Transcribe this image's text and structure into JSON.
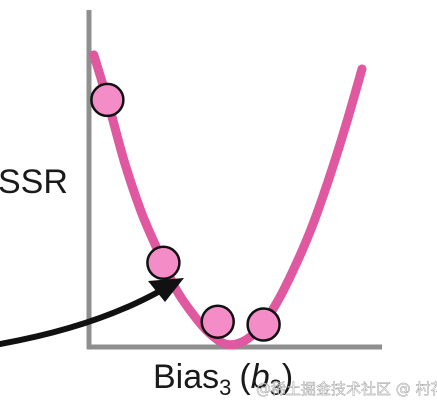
{
  "chart_data": {
    "type": "line",
    "title": "",
    "ylabel": "SSR",
    "xlabel": "Bias₃ (b₃)",
    "xlabel_parts": {
      "main": "Bias",
      "sub": "3",
      "paren_open": "(",
      "var": "b",
      "var_sub": "3",
      "paren_close": ")"
    },
    "xlim": [
      -0.6,
      8.0
    ],
    "ylim": [
      0,
      6.0
    ],
    "grid": false,
    "series": [
      {
        "curve": {
          "x": [
            -0.4,
            0.0,
            0.5,
            1.0,
            1.5,
            2.0,
            2.5,
            3.0,
            3.5,
            4.0,
            4.5,
            5.0,
            5.5,
            6.0,
            6.5,
            7.0,
            7.5
          ],
          "y": [
            5.2,
            4.4,
            3.3,
            2.4,
            1.7,
            1.05,
            0.6,
            0.25,
            0.05,
            0.1,
            0.35,
            0.8,
            1.4,
            2.1,
            2.95,
            3.9,
            4.95
          ]
        },
        "points": {
          "x": [
            0.0,
            1.65,
            3.25,
            4.6
          ],
          "y": [
            4.4,
            1.5,
            0.45,
            0.4
          ]
        },
        "color": "#e0589f",
        "point_fill": "#f48cc8"
      }
    ],
    "annotation_arrow": {
      "color": "#111111",
      "points_to_index": 1
    }
  },
  "watermark": "@稀土掘金技术社区 @ 村花小丽",
  "colors": {
    "axis": "#8f8f8f",
    "curve": "#e0589f",
    "point_fill": "#f48cc8",
    "point_stroke": "#111111"
  }
}
